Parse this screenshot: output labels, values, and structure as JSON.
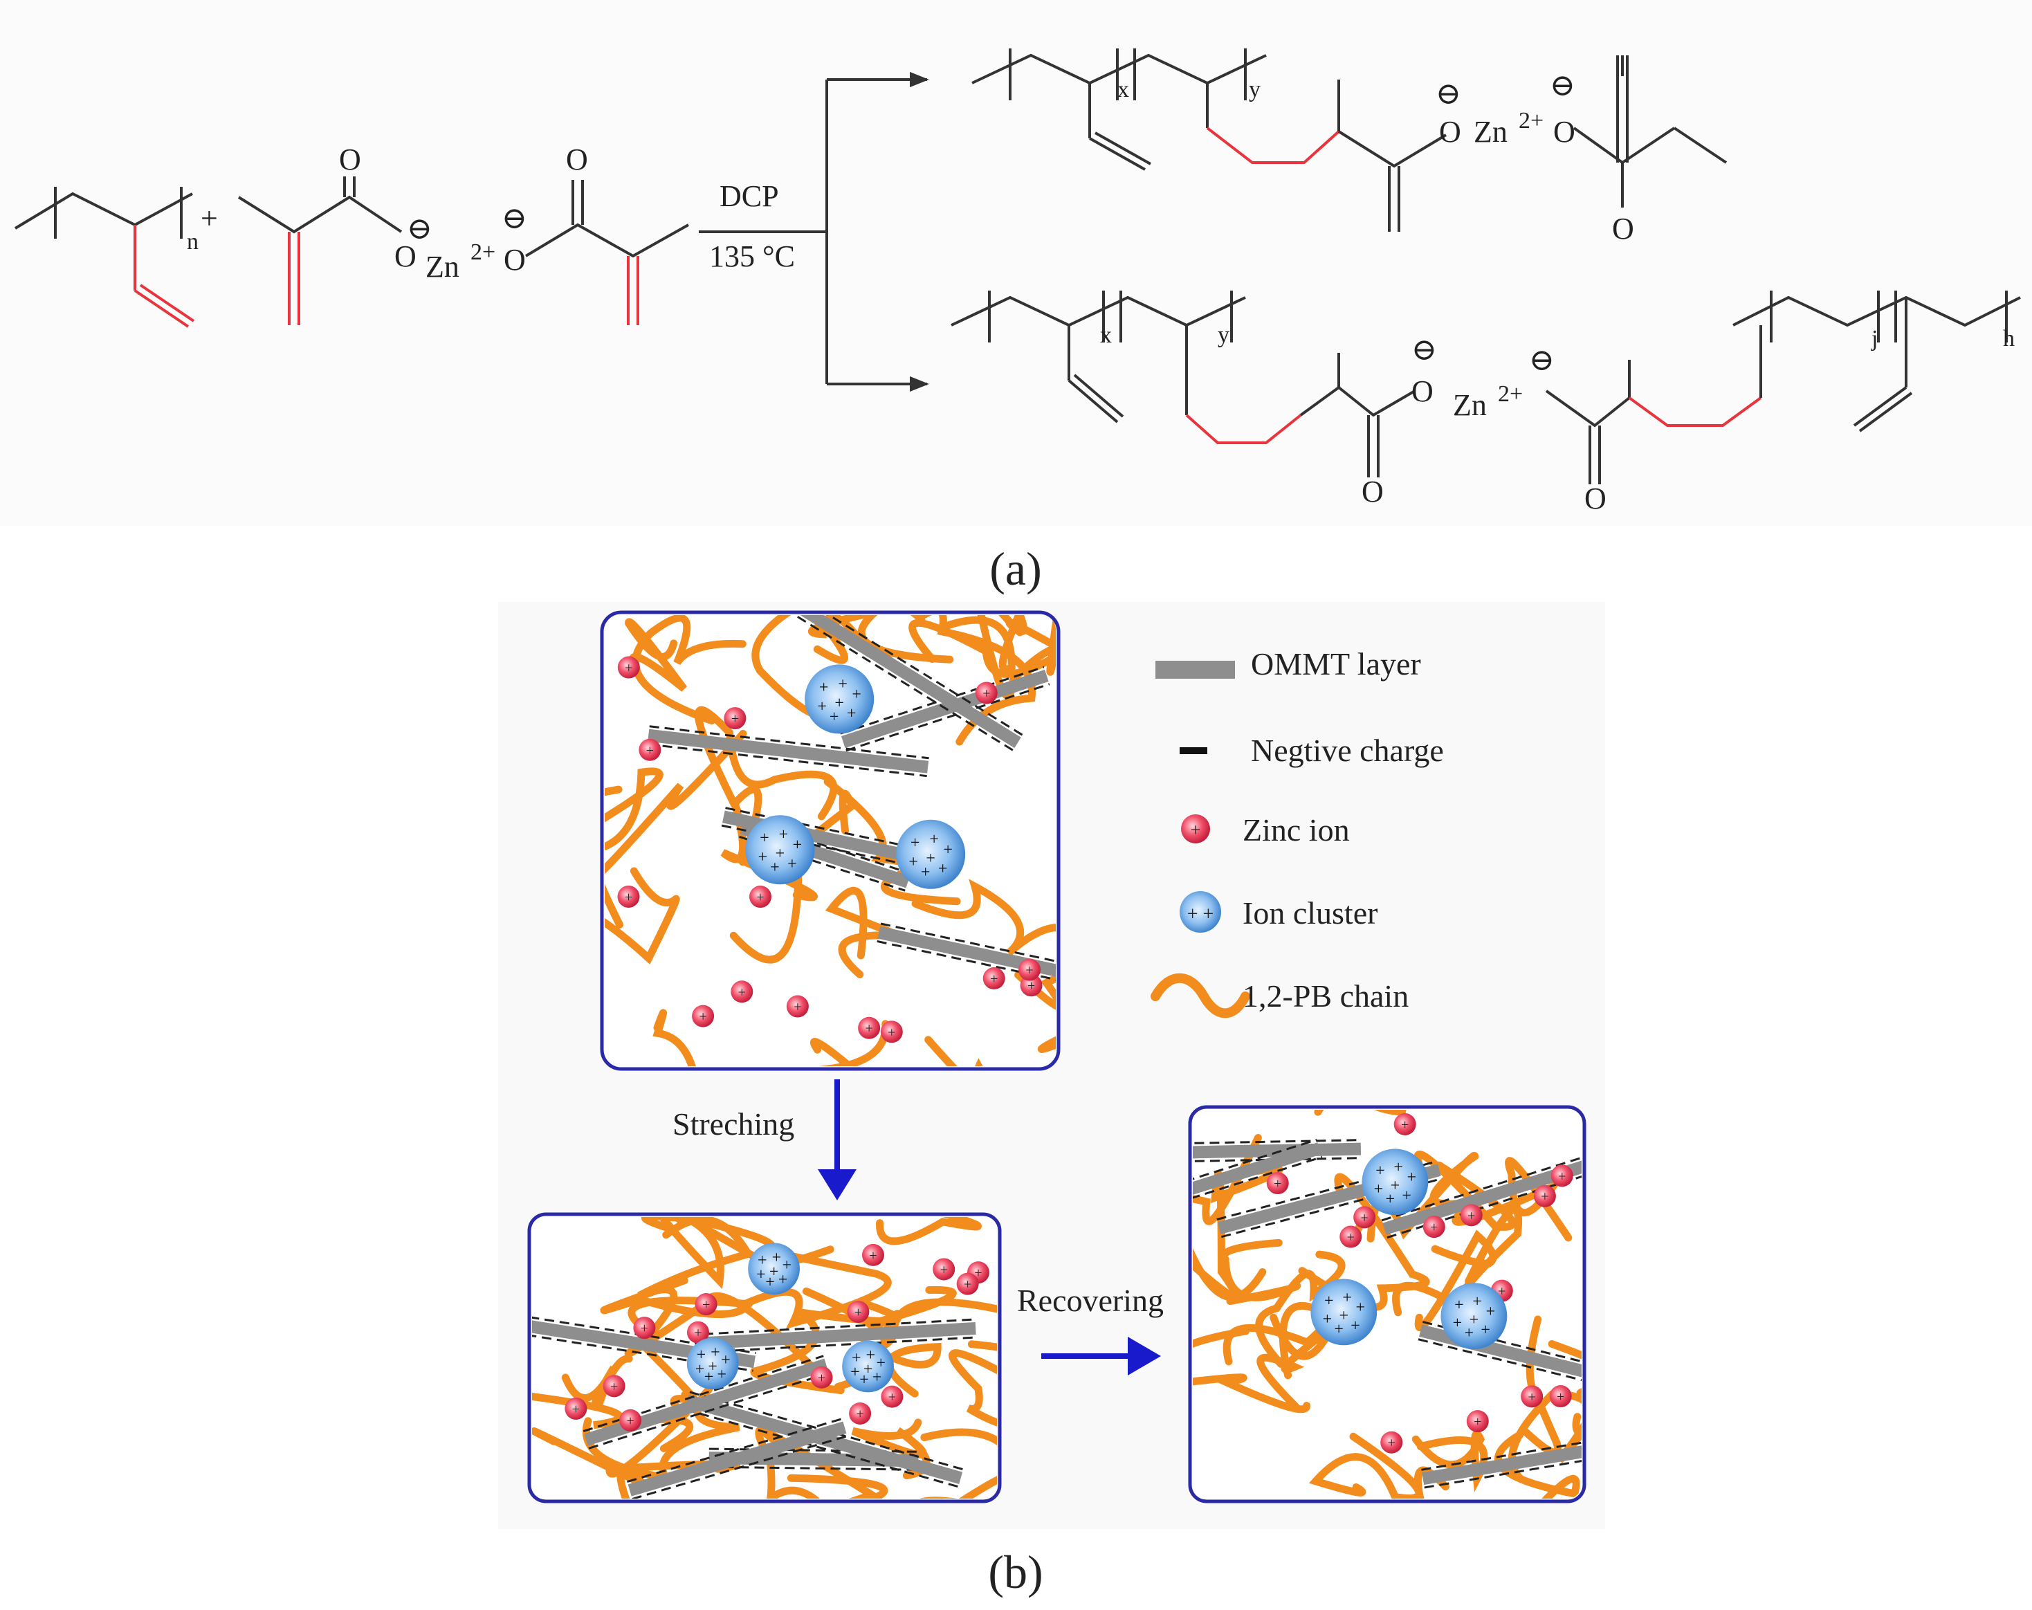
{
  "reaction": {
    "reagent": "DCP",
    "temperature": "135 °C",
    "plus": "+",
    "zn_label": "Zn",
    "zn_charge": "2+",
    "oxygen": "O",
    "minus": "⊖",
    "sub_n": "n",
    "sub_x": "x",
    "sub_y": "y",
    "sub_j": "j",
    "sub_h": "h"
  },
  "captions": {
    "a": "(a)",
    "b": "(b)"
  },
  "legend": {
    "items": [
      {
        "key": "layer",
        "label": "OMMT layer"
      },
      {
        "key": "charge",
        "label": "Negtive charge"
      },
      {
        "key": "zinc",
        "label": "Zinc ion"
      },
      {
        "key": "cluster",
        "label": "Ion cluster"
      },
      {
        "key": "chain",
        "label": "1,2-PB chain"
      }
    ]
  },
  "process": {
    "stretch_label": "Streching",
    "recover_label": "Recovering"
  },
  "colors": {
    "bond": "#333333",
    "highlight": "#e8343c",
    "chain": "#f28c1c",
    "frame": "#2a2aa6",
    "arrow": "#1a1acd",
    "layer": "#8e8e8e",
    "zinc": "#e83c50",
    "cluster": "#4a92de"
  }
}
